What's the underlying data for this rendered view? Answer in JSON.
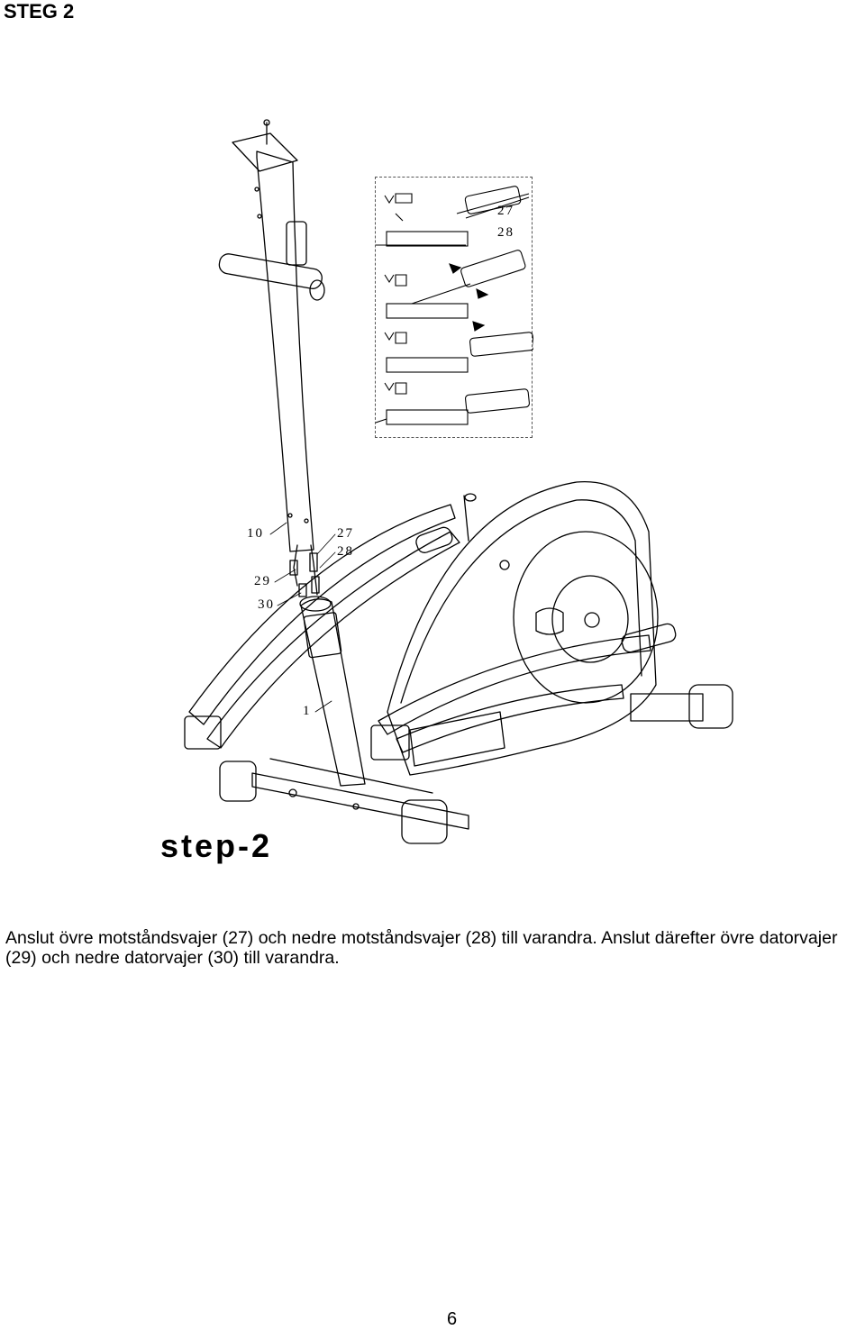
{
  "page": {
    "heading": "STEG 2",
    "step_label": "step-2",
    "instructions": "Anslut övre motståndsvajer (27) och nedre motståndsvajer (28) till varandra. Anslut därefter övre datorvajer (29) och nedre datorvajer (30) till varandra.",
    "page_number": "6"
  },
  "diagram": {
    "inset_labels": {
      "upper_cable": "27",
      "lower_cable": "28"
    },
    "part_labels": {
      "upright_tube": "10",
      "upper_resistance_cable": "27",
      "lower_resistance_cable": "28",
      "upper_computer_cable": "29",
      "lower_computer_cable": "30",
      "frame": "1"
    }
  }
}
